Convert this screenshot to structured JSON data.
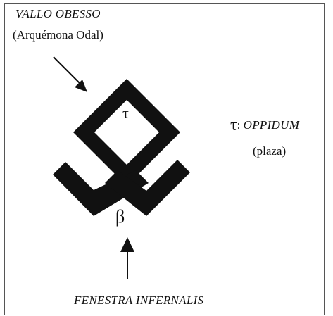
{
  "labels": {
    "title_main": "VALLO OBESSO",
    "title_sub": "(Arquémona Odal)",
    "tau_symbol": "τ",
    "tau_colon": ":",
    "tau_word": "OPPIDUM",
    "plaza": "(plaza)",
    "center_symbol": "τ",
    "beta_symbol": "β",
    "bottom": "FENESTRA INFERNALIS"
  },
  "colors": {
    "ink": "#111111",
    "frame": "#555555",
    "background": "#ffffff"
  },
  "icons": {
    "top_arrow": "arrow-down-right-icon",
    "bottom_arrow": "arrow-up-icon",
    "rune": "odal-rune-icon"
  }
}
